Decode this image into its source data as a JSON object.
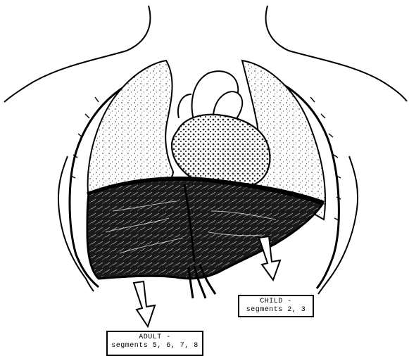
{
  "figure": {
    "subject": "Thoracic anatomy: lungs, heart and liver within the chest",
    "colors": {
      "ink": "#000000",
      "paper": "#ffffff",
      "liver": "#1a1a1a",
      "stipple": "#555555"
    }
  },
  "callouts": {
    "child": {
      "line1": "CHILD -",
      "line2": "segments 2, 3"
    },
    "adult": {
      "line1": "ADULT -",
      "line2": "segments 5, 6, 7, 8"
    }
  },
  "icons": {
    "child_arrow": "down-arrow-icon",
    "adult_arrow": "down-arrow-icon"
  }
}
